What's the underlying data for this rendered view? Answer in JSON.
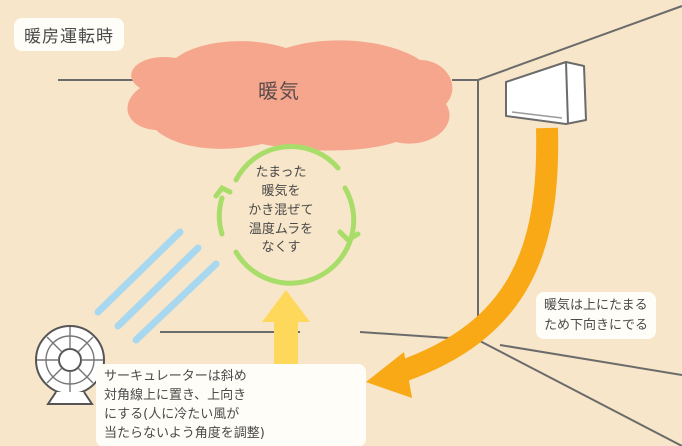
{
  "title": "暖房運転時",
  "warm_air_label": "暖気",
  "center_text": "たまった\n暖気を\nかき混ぜて\n温度ムラを\nなくす",
  "ac_note": "暖気は上にたまる\nため下向きにでる",
  "circulator_note": "サーキュレーターは斜め\n対角線上に置き、上向き\nにする(人に冷たい風が\n当たらないよう角度を調整)",
  "colors": {
    "background": "#f7e6c9",
    "warm_cloud": "#f5a68d",
    "ac_arrow": "#f9a915",
    "circulator_arrow": "#fdd85a",
    "mix_circle": "#a9dd6a",
    "wind_lines": "#a8d8f0",
    "label_box": "#fffdf8"
  },
  "icons": [
    "air-conditioner-icon",
    "circulator-fan-icon",
    "circular-arrows-icon",
    "wind-lines-icon"
  ]
}
